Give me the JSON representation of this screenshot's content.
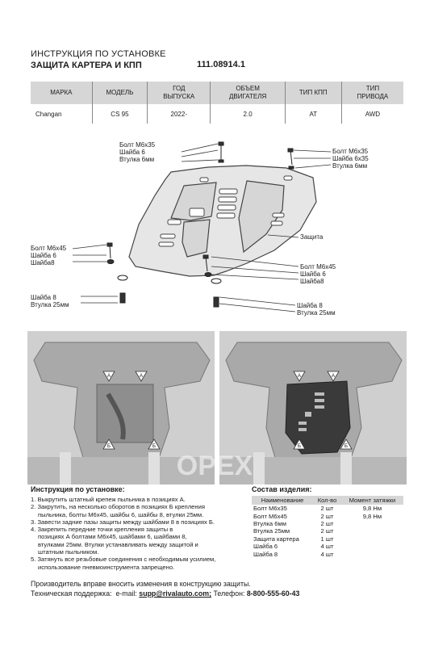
{
  "header": {
    "title_line1": "ИНСТРУКЦИЯ ПО УСТАНОВКЕ",
    "title_line2": "ЗАЩИТА КАРТЕРА И КПП",
    "part_number": "111.08914.1"
  },
  "spec_table": {
    "headers": [
      "МАРКА",
      "МОДЕЛЬ",
      "ГОД ВЫПУСКА",
      "ОБЪЕМ ДВИГАТЕЛЯ",
      "ТИП КПП",
      "ТИП ПРИВОДА"
    ],
    "headers_line1": [
      "МАРКА",
      "МОДЕЛЬ",
      "ГОД",
      "ОБЪЕМ",
      "ТИП КПП",
      "ТИП"
    ],
    "headers_line2": [
      "",
      "",
      "ВЫПУСКА",
      "ДВИГАТЕЛЯ",
      "",
      "ПРИВОДА"
    ],
    "row": [
      "Changan",
      "CS 95",
      "2022-",
      "2.0",
      "AT",
      "AWD"
    ]
  },
  "diagram_labels": {
    "tl": [
      "Болт М6х35",
      "Шайба 6",
      "Втулка 6мм"
    ],
    "tr": [
      "Болт М6х35",
      "Шайба 6х35",
      "Втулка 6мм"
    ],
    "ml": [
      "Болт М6х45",
      "Шайба 6",
      "Шайба8"
    ],
    "shield": "Защита",
    "mr": [
      "Болт М6х45",
      "Шайба 6",
      "Шайба8"
    ],
    "bl": [
      "Шайба 8",
      "Втулка 25мм"
    ],
    "br": [
      "Шайба 8",
      "Втулка 25мм"
    ]
  },
  "photo_markers": {
    "a": "A",
    "b": "Б"
  },
  "instructions": {
    "title": "Инструкция по установке:",
    "lines": [
      "1. Выкрутить штатный крепеж пыльника в позициях А.",
      "2. Закрутить, на несколько оборотов в позициях Б крепления",
      "   пыльника, болты М6х45, шайбы 6, шайбы 8, втулки 25мм.",
      "3. Завести задние пазы защиты между шайбами 8 в позициях Б.",
      "4. Закрепить передние точки крепления защиты в",
      "   позициях А болтами М6х45, шайбами 6, шайбами 8,",
      "   втулками 25мм. Втулки устанавливать между защитой и",
      "   штатным пыльником.",
      "5. Затянуть все резьбовые соединения с необходимым усилием,",
      "   использование пневмоинструмента запрещено."
    ]
  },
  "composition": {
    "title": "Состав изделия:",
    "headers": [
      "Наименование",
      "Кол-во",
      "Момент затяжки"
    ],
    "rows": [
      [
        "Болт М6х35",
        "2 шт",
        "9,8 Нм"
      ],
      [
        "Болт М6х45",
        "2 шт",
        "9,8 Нм"
      ],
      [
        "Втулка 6мм",
        "2 шт",
        ""
      ],
      [
        "Втулка 25мм",
        "2 шт",
        ""
      ],
      [
        "Защита картера",
        "1 шт",
        ""
      ],
      [
        "Шайба 6",
        "4 шт",
        ""
      ],
      [
        "Шайба 8",
        "4 шт",
        ""
      ]
    ]
  },
  "footer": {
    "line1": "Производитель вправе вносить изменения в конструкцию защиты.",
    "support_label": "Техническая поддержка:",
    "email_label": "e-mail:",
    "email": "supp@rivalauto.com;",
    "phone_label": "Телефон:",
    "phone": "8-800-555-60-43"
  },
  "watermark": "OPEX"
}
